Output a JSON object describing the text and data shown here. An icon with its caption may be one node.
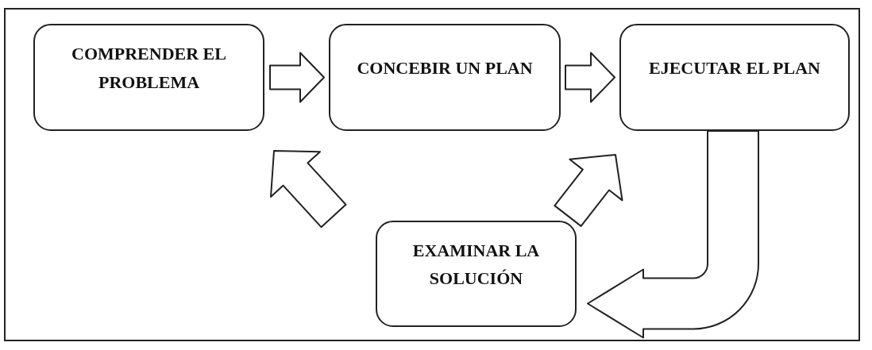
{
  "diagram": {
    "nodes": [
      {
        "text": [
          "COMPRENDER EL PROBLEMA"
        ]
      },
      {
        "text": [
          "CONCEBIR UN PLAN"
        ]
      },
      {
        "text": [
          "EJECUTAR EL PLAN"
        ]
      },
      {
        "text": [
          "EXAMINAR LA SOLUCIÓN"
        ]
      }
    ],
    "edges": [
      {
        "from": 0,
        "to": 1,
        "arrow": "to"
      },
      {
        "from": 1,
        "to": 2,
        "arrow": "to"
      },
      {
        "from": 2,
        "to": 3,
        "arrow": "to"
      },
      {
        "from": 3,
        "to": 0,
        "arrow": "to"
      },
      {
        "from": 3,
        "to": 2,
        "arrow": "to"
      }
    ]
  }
}
